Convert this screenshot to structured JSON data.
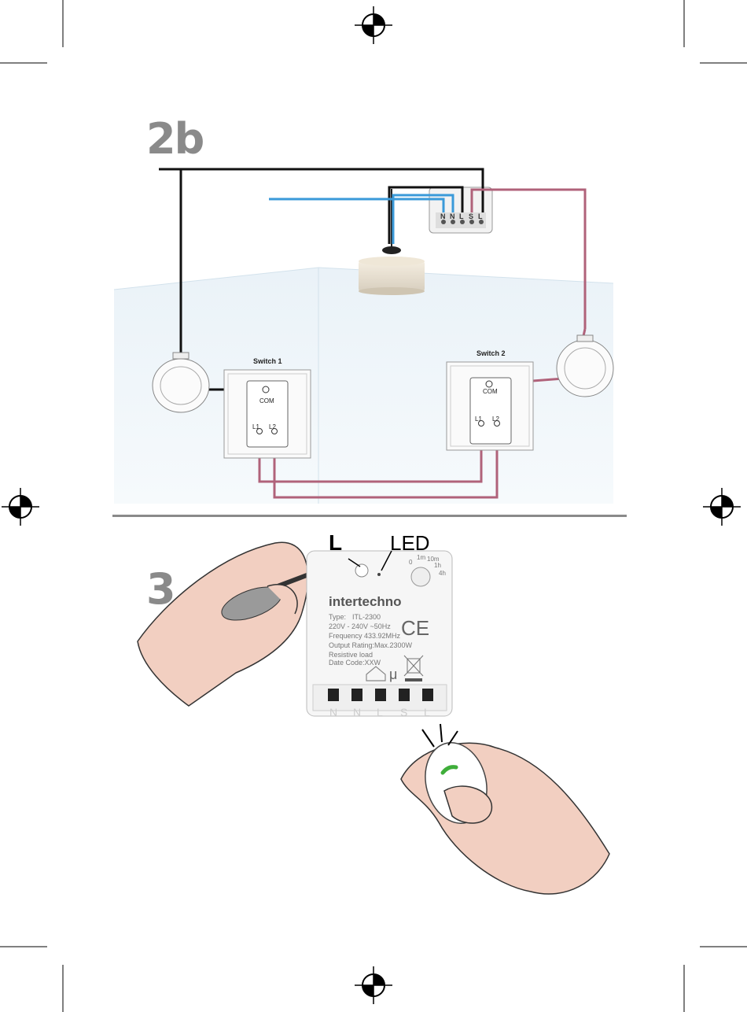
{
  "steps": {
    "step_2b": "2b",
    "step_3": "3"
  },
  "wiring_diagram": {
    "module_terminals": [
      "N",
      "N",
      "L",
      "S",
      "L"
    ],
    "switch1": {
      "title": "Switch 1",
      "com": "COM",
      "l1": "L1",
      "l2": "L2"
    },
    "switch2": {
      "title": "Switch 2",
      "com": "COM",
      "l1": "L1",
      "l2": "L2"
    },
    "colors": {
      "neutral": "#3a9ad9",
      "live": "#111111",
      "switched": "#b0627a",
      "wall": "#e8f1f7"
    }
  },
  "device": {
    "label_L": "L",
    "label_led": "LED",
    "brand": "intertechno",
    "type_label": "Type:",
    "type_value": "ITL-2300",
    "voltage": "220V - 240V ~50Hz",
    "frequency": "Frequency 433.92MHz",
    "output": "Output Rating:Max.2300W",
    "load": "Resistive load",
    "date": "Date Code:XXW",
    "ce_mark": "CE",
    "micro": "μ",
    "terminals": [
      "N",
      "N",
      "L",
      "S",
      "L"
    ],
    "timer_labels": [
      "0",
      "1m",
      "10m",
      "1h",
      "4h"
    ]
  },
  "registration_marks": 4
}
